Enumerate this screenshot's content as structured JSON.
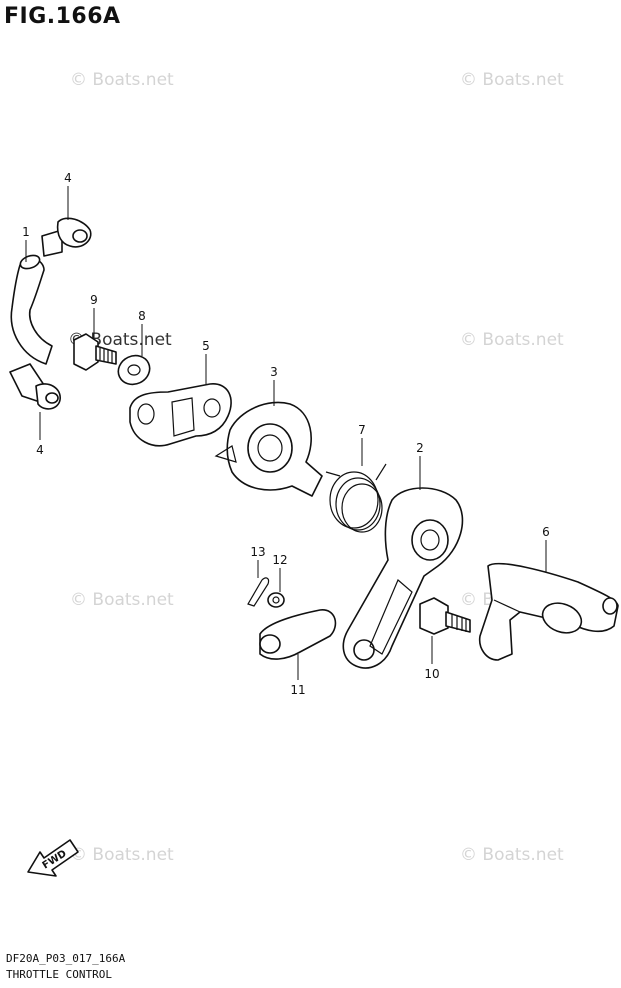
{
  "figure": {
    "title": "FIG.166A",
    "code": "DF20A_P03_017_166A",
    "name": "THROTTLE CONTROL"
  },
  "watermark": "© Boats.net",
  "direction_label": "FWD",
  "callouts": [
    "1",
    "2",
    "3",
    "4",
    "4",
    "5",
    "6",
    "7",
    "8",
    "9",
    "10",
    "11",
    "12",
    "13"
  ]
}
